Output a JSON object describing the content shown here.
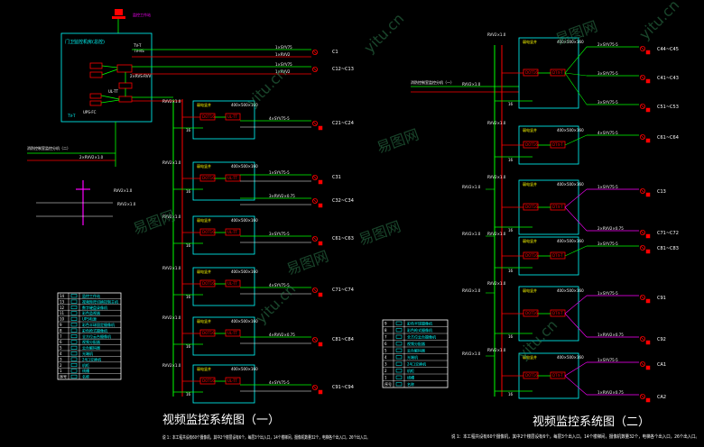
{
  "diagram1": {
    "title": "视频监控系统图（一）",
    "note": "说 1：本工程共设有60个摄像机，其中2个楼层设有6个，每层3个出入口，14个楼梯间，摄像机数量32个，电梯各个出入口，26个出入口。",
    "top_box_title": "门卫监控机房(总控)",
    "top_box_label": "TV-T",
    "left_branch_label": "消防控制室监控分机（二）",
    "floor_box_label": "弱电竖井",
    "outputs": [
      {
        "label": "C1",
        "cable": "2×SYV75-5"
      },
      {
        "label": "C12~C13",
        "cable": "2×RVV2×0.75"
      },
      {
        "label": "C21~C24",
        "cable": "4×SYV75-5"
      },
      {
        "label": "C31",
        "cable": "1×SYV75-5"
      },
      {
        "label": "C32~C34",
        "cable": "3×RVV2×0.75"
      },
      {
        "label": "C61~C63",
        "cable": "3×SYV75-5"
      },
      {
        "label": "C71~C74",
        "cable": "4×SYV75-5"
      },
      {
        "label": "C81~C84",
        "cable": "4×RVV2×0.75"
      },
      {
        "label": "C91~C94",
        "cable": "4×SYV75-5"
      }
    ],
    "legend": [
      {
        "num": "14",
        "desc": "监控工作站"
      },
      {
        "num": "13",
        "desc": "视频矩阵切换控制主机"
      },
      {
        "num": "12",
        "desc": "数字硬盘录像机"
      },
      {
        "num": "11",
        "desc": "彩色监视器"
      },
      {
        "num": "10",
        "desc": "UPS电源"
      },
      {
        "num": "9",
        "desc": "彩色半球固定摄像机"
      },
      {
        "num": "8",
        "desc": "彩色枪式摄像机"
      },
      {
        "num": "7",
        "desc": "全方位云台摄像机"
      },
      {
        "num": "6",
        "desc": "视频分配器"
      },
      {
        "num": "5",
        "desc": "云台解码器"
      },
      {
        "num": "4",
        "desc": "光端机"
      },
      {
        "num": "3",
        "desc": "24口交换机"
      },
      {
        "num": "2",
        "desc": "机柜"
      },
      {
        "num": "1",
        "desc": "线槽"
      },
      {
        "num": "序号",
        "desc": "名称"
      }
    ]
  },
  "diagram2": {
    "title": "视频监控系统图（二）",
    "note": "说 1：本工程共设有60个摄像机，其中2个楼层设有6个，每层3个出入口，14个楼梯间，摄像机数量32个，电梯各个出入口，26个出入口。",
    "left_branch_label": "消防控制室监控分机（一）",
    "outputs": [
      {
        "label": "C44~C45",
        "cable": "2×SYV75-5"
      },
      {
        "label": "C41~C43",
        "cable": "3×SYV75-5"
      },
      {
        "label": "C51~C53",
        "cable": "3×SYV75-5"
      },
      {
        "label": "C61~C64",
        "cable": "4×SYV75-5"
      },
      {
        "label": "C13",
        "cable": "1×SYV75-5"
      },
      {
        "label": "C71~C72",
        "cable": "2×RVV2×0.75"
      },
      {
        "label": "C81~C83",
        "cable": "3×SYV75-5"
      },
      {
        "label": "C91",
        "cable": "1×SYV75-5"
      },
      {
        "label": "C92",
        "cable": "1×RVV2×0.75"
      },
      {
        "label": "CA1",
        "cable": "1×SYV75-5"
      },
      {
        "label": "CA2",
        "cable": "1×RVV2×0.75"
      }
    ],
    "legend": [
      {
        "num": "9",
        "desc": "彩色半球摄像机"
      },
      {
        "num": "8",
        "desc": "彩色枪式摄像机"
      },
      {
        "num": "7",
        "desc": "全方位云台摄像机"
      },
      {
        "num": "6",
        "desc": "视频分配器"
      },
      {
        "num": "5",
        "desc": "云台解码器"
      },
      {
        "num": "4",
        "desc": "光端机"
      },
      {
        "num": "3",
        "desc": "24口交换机"
      },
      {
        "num": "2",
        "desc": "机柜"
      },
      {
        "num": "1",
        "desc": "线槽"
      },
      {
        "num": "序号",
        "desc": "名称"
      }
    ]
  },
  "watermark": "yitu.cn",
  "watermark_cn": "易图网",
  "colors": {
    "background": "#000000",
    "green": "#00ff00",
    "cyan": "#00ffff",
    "red": "#ff0000",
    "magenta": "#ff00ff",
    "white": "#ffffff",
    "yellow": "#ffff00",
    "blue": "#3b5bff"
  }
}
